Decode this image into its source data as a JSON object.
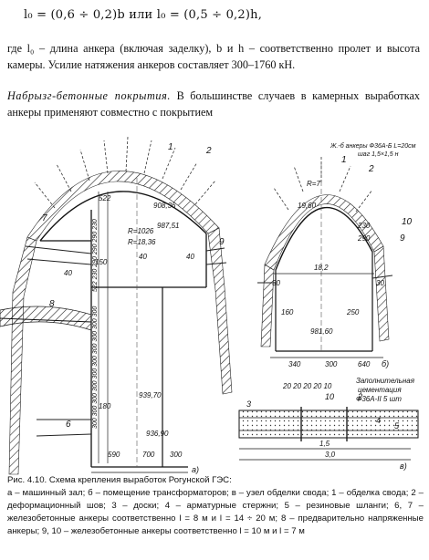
{
  "formula": "l₀ = (0,6 ÷ 0,2)b или l₀ = (0,5 ÷ 0,2)h,",
  "paragraph1": "где l₀ – длина анкера (включая заделку), b и h – соответственно пролет и высота камеры. Усилие натяжения анкеров составляет 300–1760 кН.",
  "paragraph2_head": "Набрызг-бетонные покрытия.",
  "paragraph2_body": " В большинстве случаев в камерных выработках анкеры применяют совместно с покрытием",
  "figure": {
    "left_labels": {
      "n1": "1",
      "n2": "2",
      "n7": "7",
      "n8": "8",
      "n6": "6",
      "n9": "9",
      "d522": "522",
      "d40a": "40",
      "d40b": "40",
      "d40c": "40",
      "r1026": "R=1026",
      "r1836": "R=18,36",
      "e90836": "908,36",
      "e98751": "987,51",
      "d150": "150",
      "d180": "180",
      "e93970": "939,70",
      "e93690": "936,90",
      "d590": "590",
      "d700": "700",
      "d300": "300",
      "col_a": "522 230 290 290 290 230",
      "col_b": "300 300 300 300 300 300 300 300 300 300",
      "label_a": "а)"
    },
    "right_labels": {
      "note": "Ж.-б анкеры Ф36А-Б L=20см",
      "note2": "шаг 1,5×1,5 н",
      "n1": "1",
      "n2": "2",
      "n10": "10",
      "n9": "9",
      "r7": "R=7",
      "d1960": "19,60",
      "d30a": "30",
      "d30b": "30",
      "d182": "18,2",
      "d230": "230",
      "d290": "290",
      "d160": "160",
      "d250": "250",
      "e98160": "981,60",
      "d340": "340",
      "d300": "300",
      "d640": "640",
      "label_b": "б)",
      "fill_note1": "Заполнительная",
      "fill_note2": "цементация",
      "fill_note3": "Ф36А-II 5 шт"
    },
    "detail_labels": {
      "n3": "3",
      "n10": "10",
      "n2": "2",
      "n4": "4",
      "n5": "5",
      "dims": "20 20 20 20 10",
      "d15": "1,5",
      "d30": "3,0",
      "label_c": "в)"
    }
  },
  "caption": {
    "title": "Рис. 4.10. Схема крепления выработок Рогунской ГЭС:",
    "body": "а – машинный зал; б – помещение трансформаторов; в – узел обделки свода; 1 – обделка свода; 2 – деформационный шов; 3 – доски; 4 – арматурные стержни; 5 – резиновые шланги; 6, 7 – железобетонные анкеры соответственно l = 8 м и l = 14 ÷ 20 м; 8 – предварительно напряженные анкеры; 9, 10 – железобетонные анкеры соответственно l = 10 м и l = 7 м"
  }
}
